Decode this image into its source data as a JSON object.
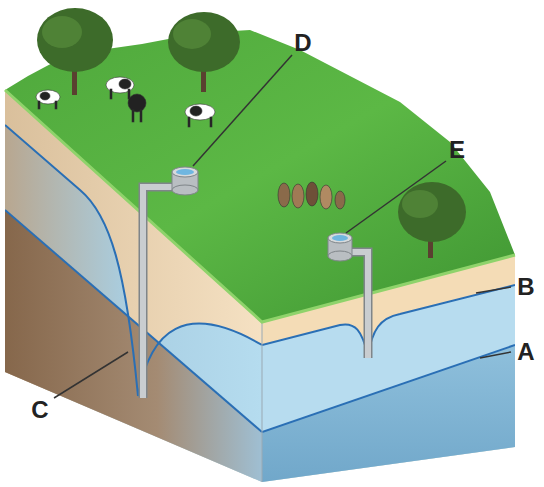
{
  "diagram": {
    "labels": [
      "D",
      "E",
      "B",
      "A",
      "C"
    ]
  }
}
